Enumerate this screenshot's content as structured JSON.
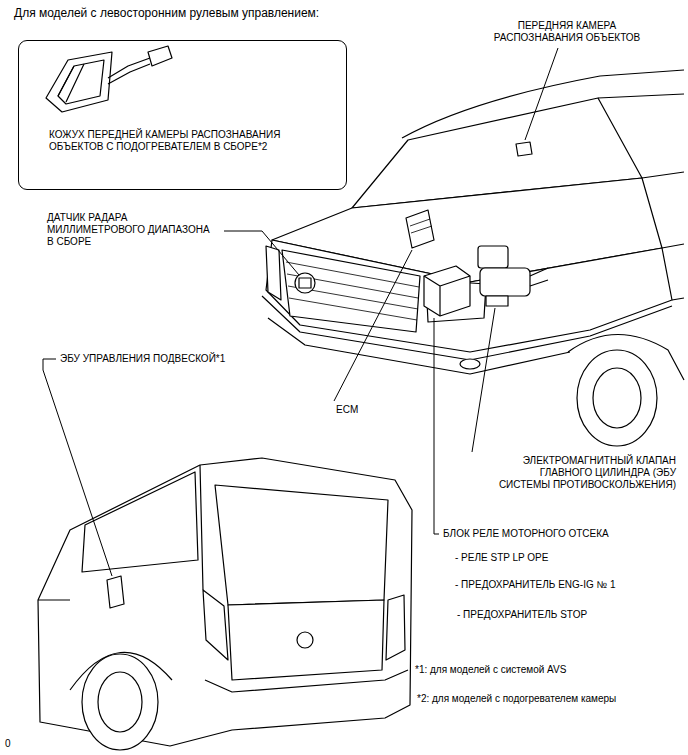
{
  "diagram": {
    "title": "Для моделей с левосторонним рулевым управлением:",
    "nodes": [
      {
        "text": [
          "КОЖУХ ПЕРЕДНЕЙ КАМЕРЫ РАСПОЗНАВАНИЯ ОБЪЕКТОВ С ПОДОГРЕВАТЕЛЕМ В СБОРЕ*2"
        ]
      }
    ],
    "edges": [],
    "labels": [
      "ПЕРЕДНЯЯ КАМЕРА РАСПОЗНАВАНИЯ ОБЪЕКТОВ",
      "ДАТЧИК РАДАРА МИЛЛИМЕТРОВОГО ДИАПАЗОНА В СБОРЕ",
      "ЭБУ УПРАВЛЕНИЯ ПОДВЕСКОЙ*1",
      "ECM",
      "ЭЛЕКТРОМАГНИТНЫЙ КЛАПАН ГЛАВНОГО ЦИЛИНДРА (ЭБУ СИСТЕМЫ ПРОТИВОСКОЛЬЖЕНИЯ)",
      "БЛОК РЕЛЕ МОТОРНОГО ОТСЕКА",
      "- РЕЛЕ STP LP OPE",
      "- ПРЕДОХРАНИТЕЛЬ ENG-IG № 1",
      "- ПРЕДОХРАНИТЕЛЬ STOP",
      "*1: для моделей с системой AVS",
      "*2: для моделей с подогревателем камеры",
      "0"
    ]
  }
}
